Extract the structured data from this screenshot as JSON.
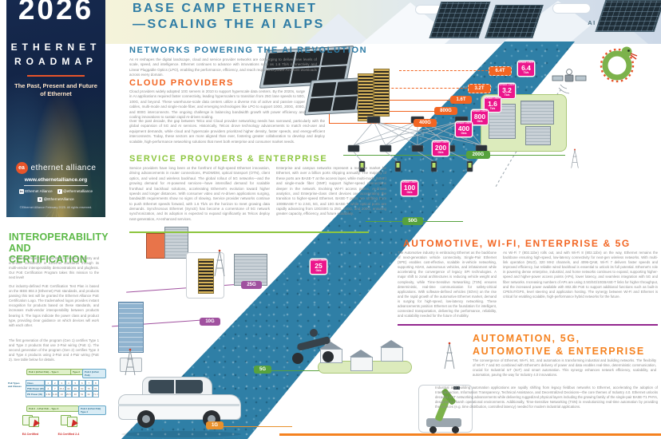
{
  "header": {
    "title1": "BASE CAMP ETHERNET",
    "title2": "—SCALING THE AI ALPS",
    "region": "AI ALPS"
  },
  "brand": {
    "year": "2026",
    "line1": "ETHERNET",
    "line2": "ROADMAP",
    "tagline": "The Past, Present and Future of Ethernet",
    "mark": "ea",
    "org": "ethernet alliance",
    "url": "www.ethernetalliance.org",
    "social": [
      {
        "icon": "linkedin",
        "label": "Ethernet Alliance"
      },
      {
        "icon": "facebook",
        "label": "@ethernetalliance"
      },
      {
        "icon": "x",
        "label": "@EthernetAlliance"
      }
    ],
    "copyright": "©Ethernet Alliance February 2025. All rights reserved."
  },
  "interop": {
    "h1": "INTEROPERABILITY",
    "h2": "AND CERTIFICATION",
    "p1": "The Ethernet Alliance is committed to building industry and end-user confidence in Ethernet standards through its multi-vendor interoperability demonstrations and plugfests. Our PoE Certification Program takes this mission to the next level!",
    "p2": "Our industry-defined PoE Certification Test Plan is based on the IEEE 802.3 (Ethernet) PoE standards, and products passing this test will be granted the Ethernet Alliance PoE Certification Logo. The trademarked logos provides instant recognition for products based on these standards, and increases multi-vendor interoperability between products bearing it. The logos indicate the power class and product type, providing clear guidance on which devices will work with each other.",
    "p3": "The first generation of the program (Gen 1) certifies Type 1 and Type 2 products that use 2-Pair wiring (PoE 1). The second generation of the program (Gen 2) certifies Type 3 and Type 4 products using 2-Pair and 4-Pair wiring (PoE 2). See table below for details."
  },
  "poe": {
    "corner": "PoE Types and Classes",
    "g1": "PoE 1 (2-Pair PoE) – Type 1",
    "g2": "Type 2",
    "g3": "PoE 2 (4-Pair PoE)",
    "g4": "PoE 2 · 4-Pair PoE – Type 3",
    "g5": "PoE 2 (4-Pair PoE) Type 4",
    "rows": [
      {
        "label": "Class",
        "values": [
          "1",
          "2",
          "3",
          "4",
          "5",
          "6",
          "7",
          "8"
        ]
      },
      {
        "label": "PSE Power (W)",
        "values": [
          "4",
          "7",
          "15.4",
          "30",
          "45",
          "60",
          "75",
          "90"
        ]
      },
      {
        "label": "PD Power (W)",
        "values": [
          "3.84",
          "6.49",
          "13",
          "25.5",
          "40",
          "51",
          "62",
          "71.3"
        ]
      }
    ]
  },
  "certs": [
    {
      "caption": "EA Certified"
    },
    {
      "caption": "EA Certified 2-4"
    }
  ],
  "sections": {
    "networks": {
      "heading": "NETWORKS POWERING THE AI REVOLUTION",
      "intro": "As AI reshapes the digital landscape, cloud and service provider networks are converging to deliver new levels of scale, speed, and intelligence. Ethernet continues to advance with innovations such as 1.6 Tb/s connectivity and Linear Pluggable Optics (LPO), enabling the performance, efficiency, and reach required to power AI-driven workloads across every domain."
    },
    "cloud": {
      "heading": "CLOUD PROVIDERS",
      "p1": "Cloud providers widely adopted 10G servers in 2010 to support hyperscale data centers. By the 2020s, surge in AI applications required faster connectivity, leading hyperscalers to transition from 25G lane speeds to 50G, 100G, and beyond. These warehouse-scale data centers utilize a diverse mix of active and passive copper cables, multi-mode and single-mode fiber, and emerging technologies like LPO to support 100G, 200G, 400G, and 800G interconnects. The ongoing challenge is balancing bandwidth growth with power efficiency and cooling innovations to sustain rapid AI-driven scaling.",
      "p2": "Over the past decade, the gap between Telco and Cloud provider networking needs has narrowed, particularly with the global expansion of 5G and AI services. Historically, Telcos drove technology advancements to match end-user and equipment demands, while cloud and hyperscale providers prioritized higher density, faster speeds, and energy-efficient interconnects. Today, these sectors are more aligned than ever, fostering greater collaboration to develop and deploy scalable, high-performance networking solutions that meet both enterprise and consumer market needs."
    },
    "service": {
      "heading": "SERVICE PROVIDERS & ENTERPRISE",
      "col1": "Service providers have long been at the forefront of high-speed Ethernet innovation, driving advancements in router connections, IPoDWDM, optical transport (OTN), client optics, and wired and wireless backhaul. The global rollout of 5G networks—and the growing demand for AI-powered services—have intensified demand for scalable fronthaul and backhaul solutions, accelerating Ethernet's evolution toward higher speeds and longer distances. With consumer video and AI-driven applications surging, bandwidth requirements show no signs of slowing. Service provider networks continue to push Ethernet speeds forward, with 1.6 Tb/s on the horizon to meet growing data demands. Synchronous Ethernet (SyncE) has become a cornerstone of 5G network synchronization, and its adoption is expected to expand significantly as Telcos deploy next-generation, AI-enhanced services.",
      "col2": "Enterprise and campus networks represent a massive market for Ethernet, with over a billion ports shipping annually. The majority of these ports are BASE-T at the access layer, while multi-mode (MMF) and single-mode fiber (SMF) support higher-speed connections deeper in the network. Evolving Wi-Fi access points, AI-driven analytics, and Enterprise-class client devices are accelerating the transition to higher-speed Ethernet. BASE-T ports are shifting from 1000BASE-T to 2.5G, 5G, and 10G BASE-T, while optical ports are rapidly advancing from 10G/40G to 25G, 100G, and 200G, ensuring greater capacity, efficiency, and future scalability."
    },
    "automotive": {
      "heading": "AUTOMOTIVE, WI-FI, ENTERPRISE & 5G",
      "col1": "The Automotive industry is embracing Ethernet as the backbone of next-generation vehicle connectivity. Single-Pair Ethernet (SPE) enables cost-effective, scalable in-vehicle networking, supporting ADAS, autonomous vehicles, and infotainment while accelerating the convergence of legacy SPI technologies. A major shift to zonal architectures is reducing vehicle weight and complexity, while Time-Sensitive Networking (TSN) ensures deterministic, real-time communication for safety-critical applications. With software-defined vehicles (SDVs) on the rise and the rapid growth of the automotive Ethernet market, demand is surging for high-speed, low-latency networking. These advancements position Ethernet as the foundation for intelligent, connected transportation, delivering the performance, reliability, and scalability needed for the future of mobility.",
      "col2": "As Wi-Fi 7 (802.11be) rolls out, and with Wi-Fi 8 (802.11bn) on the way, Ethernet remains the backbone ensuring high-speed, low-latency connectivity for next-gen wireless networks. With multi-link operation (MLO), 320 MHz channels, and 4096-QAM, Wi-Fi 7 delivers faster speeds and improved efficiency, but reliable wired backhaul is essential to unlock its full potential. Ethernet's role in powering dense enterprise, industrial, and home networks continues to expand, supporting higher-speed and higher-power access points (APs), lower latency, and seamless integration with 5G and fiber networks. Increasing numbers of APs are using 2.5G/5G/10GBASE-T links for higher throughput, and the increased power available with 802.3bt PoE to support additional functions such as built-in CPE/IoT/GPS, level steering and application hosting. The synergy between Wi-Fi and Ethernet is critical for enabling scalable, high-performance hybrid networks for the future."
    },
    "automation": {
      "h1": "AUTOMATION, 5G,",
      "h2": "AUTOMOTIVE & ENTERPRISE",
      "p1": "The convergence of Ethernet, Wi-Fi, 5G, and automation is transforming industrial and building networks. The flexibility of Wi-Fi 7 and 5G combined with Ethernet's delivery of power and data enables real-time, deterministic communication, crucial for Industrial IoT (IIoT) and smart automation. This synergy enhances network efficiency, scalability, and automation, paving the way for Industry 4.0 innovations.",
      "p2": "Industrial and building automation applications are rapidly shifting from legacy fieldbus networks to Ethernet, accelerating the adoption of Interconnection, Information Transparency, Technical Assistance, and Decentralized Decisions—the core themes of Industry 4.0. Ethernet unlocks decades of IT networking advancements while delivering ruggedized physical layers including the growing family of the single-pair BASE-T1 PHYs, designed for harsh operational environments. Additionally, Time-Sensitive Networking (TSN) is revolutionizing real-time automation by providing the services (e.g. time distribution, controlled latency) needed for modern industrial applications."
    }
  },
  "road": {
    "sign_label": "SPEED LIMIT",
    "signs": [
      {
        "v": "6.4",
        "u": "Tb/s"
      },
      {
        "v": "3.2",
        "u": "Tb/s"
      },
      {
        "v": "1.6",
        "u": "Tb/s"
      },
      {
        "v": "800",
        "u": "Gb/s"
      },
      {
        "v": "400",
        "u": "Gb/s"
      },
      {
        "v": "200",
        "u": "Gb/s"
      },
      {
        "v": "100",
        "u": "Gb/s"
      },
      {
        "v": "25",
        "u": "Gb/s"
      }
    ],
    "pills": [
      "6.4T",
      "3.2T",
      "1.6T",
      "800G",
      "400G"
    ],
    "lan": [
      "200G",
      "50G",
      "25G",
      "10G",
      "5G",
      "1G"
    ]
  },
  "colors": {
    "teal": "#2e7ca5",
    "orange": "#f26522",
    "green": "#8dc63f",
    "pink": "#ec168c",
    "purple": "#a0519f",
    "road_blue": "#2f7fa6"
  }
}
